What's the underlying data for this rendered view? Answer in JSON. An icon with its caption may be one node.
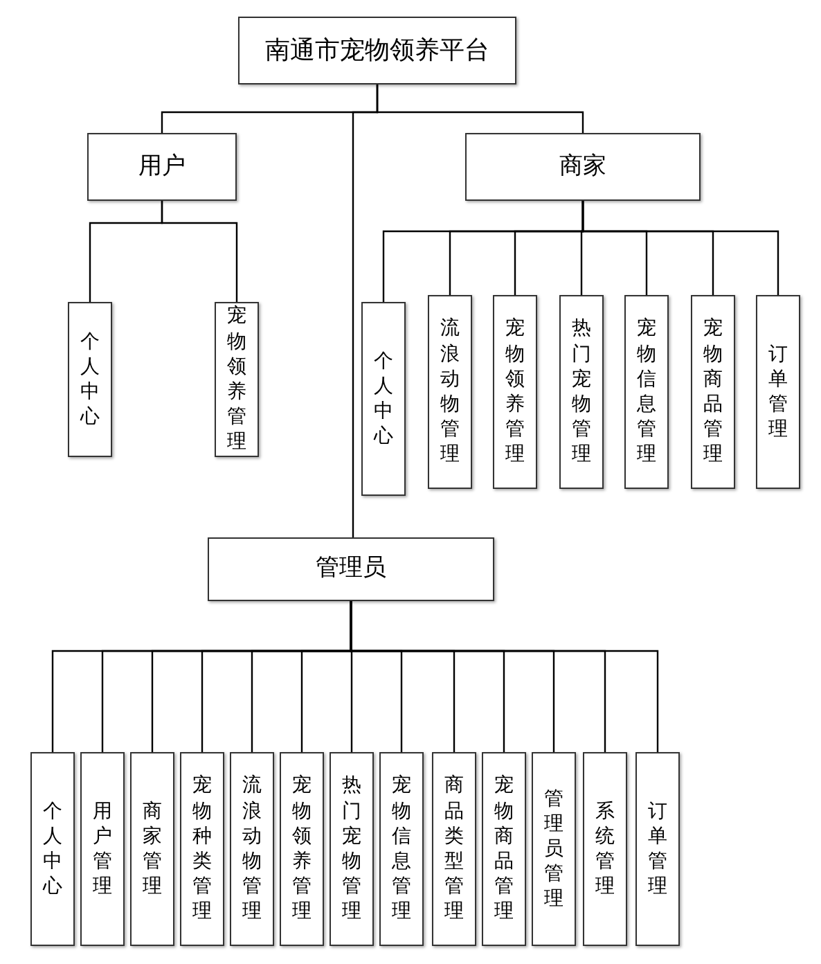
{
  "diagram": {
    "nodes": [
      {
        "text": [
          "南通市宠物领养平台"
        ]
      },
      {
        "text": [
          "用户"
        ]
      },
      {
        "text": [
          "商家"
        ]
      },
      {
        "text": [
          "个人中心"
        ]
      },
      {
        "text": [
          "宠物领养管理"
        ]
      },
      {
        "text": [
          "个人中心"
        ]
      },
      {
        "text": [
          "流浪动物管理"
        ]
      },
      {
        "text": [
          "宠物领养管理"
        ]
      },
      {
        "text": [
          "热门宠物管理"
        ]
      },
      {
        "text": [
          "宠物信息管理"
        ]
      },
      {
        "text": [
          "宠物商品管理"
        ]
      },
      {
        "text": [
          "订单管理"
        ]
      },
      {
        "text": [
          "管理员"
        ]
      },
      {
        "text": [
          "个人中心"
        ]
      },
      {
        "text": [
          "用户管理"
        ]
      },
      {
        "text": [
          "商家管理"
        ]
      },
      {
        "text": [
          "宠物种类管理"
        ]
      },
      {
        "text": [
          "流浪动物管理"
        ]
      },
      {
        "text": [
          "宠物领养管理"
        ]
      },
      {
        "text": [
          "热门宠物管理"
        ]
      },
      {
        "text": [
          "宠物信息管理"
        ]
      },
      {
        "text": [
          "商品类型管理"
        ]
      },
      {
        "text": [
          "宠物商品管理"
        ]
      },
      {
        "text": [
          "管理员管理"
        ]
      },
      {
        "text": [
          "系统管理"
        ]
      },
      {
        "text": [
          "订单管理"
        ]
      }
    ],
    "edges": [
      {
        "from": 0,
        "to": 1,
        "arrow": "none"
      },
      {
        "from": 0,
        "to": 2,
        "arrow": "none"
      },
      {
        "from": 0,
        "to": 12,
        "arrow": "none"
      },
      {
        "from": 1,
        "to": 3,
        "arrow": "none"
      },
      {
        "from": 1,
        "to": 4,
        "arrow": "none"
      },
      {
        "from": 2,
        "to": 5,
        "arrow": "none"
      },
      {
        "from": 2,
        "to": 6,
        "arrow": "none"
      },
      {
        "from": 2,
        "to": 7,
        "arrow": "none"
      },
      {
        "from": 2,
        "to": 8,
        "arrow": "none"
      },
      {
        "from": 2,
        "to": 9,
        "arrow": "none"
      },
      {
        "from": 2,
        "to": 10,
        "arrow": "none"
      },
      {
        "from": 2,
        "to": 11,
        "arrow": "none"
      },
      {
        "from": 12,
        "to": 13,
        "arrow": "none"
      },
      {
        "from": 12,
        "to": 14,
        "arrow": "none"
      },
      {
        "from": 12,
        "to": 15,
        "arrow": "none"
      },
      {
        "from": 12,
        "to": 16,
        "arrow": "none"
      },
      {
        "from": 12,
        "to": 17,
        "arrow": "none"
      },
      {
        "from": 12,
        "to": 18,
        "arrow": "none"
      },
      {
        "from": 12,
        "to": 19,
        "arrow": "none"
      },
      {
        "from": 12,
        "to": 20,
        "arrow": "none"
      },
      {
        "from": 12,
        "to": 21,
        "arrow": "none"
      },
      {
        "from": 12,
        "to": 22,
        "arrow": "none"
      },
      {
        "from": 12,
        "to": 23,
        "arrow": "none"
      },
      {
        "from": 12,
        "to": 24,
        "arrow": "none"
      },
      {
        "from": 12,
        "to": 25,
        "arrow": "none"
      }
    ]
  }
}
